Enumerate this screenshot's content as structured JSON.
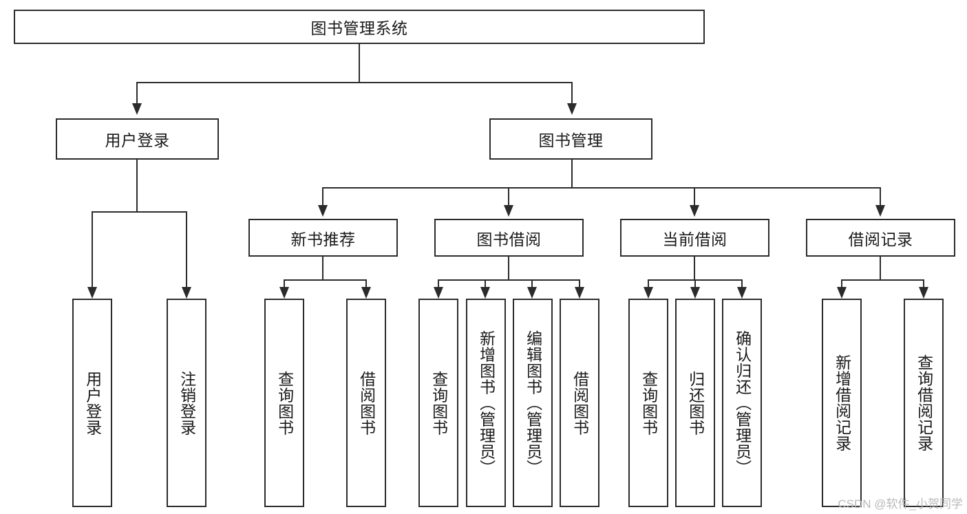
{
  "diagram": {
    "title": "图书管理系统",
    "type": "tree-hierarchy-chart",
    "watermark": "CSDN @软件_小贺同学",
    "line_color": "#2b2b2b",
    "background_color": "#ffffff",
    "text_color": "#1a1a1a",
    "watermark_color": "#b9b9b9"
  },
  "root": {
    "label": "图书管理系统"
  },
  "level2": [
    {
      "label": "用户登录"
    },
    {
      "label": "图书管理"
    }
  ],
  "level3": [
    {
      "label": "新书推荐"
    },
    {
      "label": "图书借阅"
    },
    {
      "label": "当前借阅"
    },
    {
      "label": "借阅记录"
    }
  ],
  "leaves": {
    "user_login": [
      {
        "label": "用户登录"
      },
      {
        "label": "注销登录"
      }
    ],
    "new_book_recommend": [
      {
        "label": "查询图书"
      },
      {
        "label": "借阅图书"
      }
    ],
    "book_borrow": [
      {
        "label": "查询图书"
      },
      {
        "label": "新增图书（管理员）"
      },
      {
        "label": "编辑图书（管理员）"
      },
      {
        "label": "借阅图书"
      }
    ],
    "current_borrow": [
      {
        "label": "查询图书"
      },
      {
        "label": "归还图书"
      },
      {
        "label": "确认归还（管理员）"
      }
    ],
    "borrow_record": [
      {
        "label": "新增借阅记录"
      },
      {
        "label": "查询借阅记录"
      }
    ]
  }
}
